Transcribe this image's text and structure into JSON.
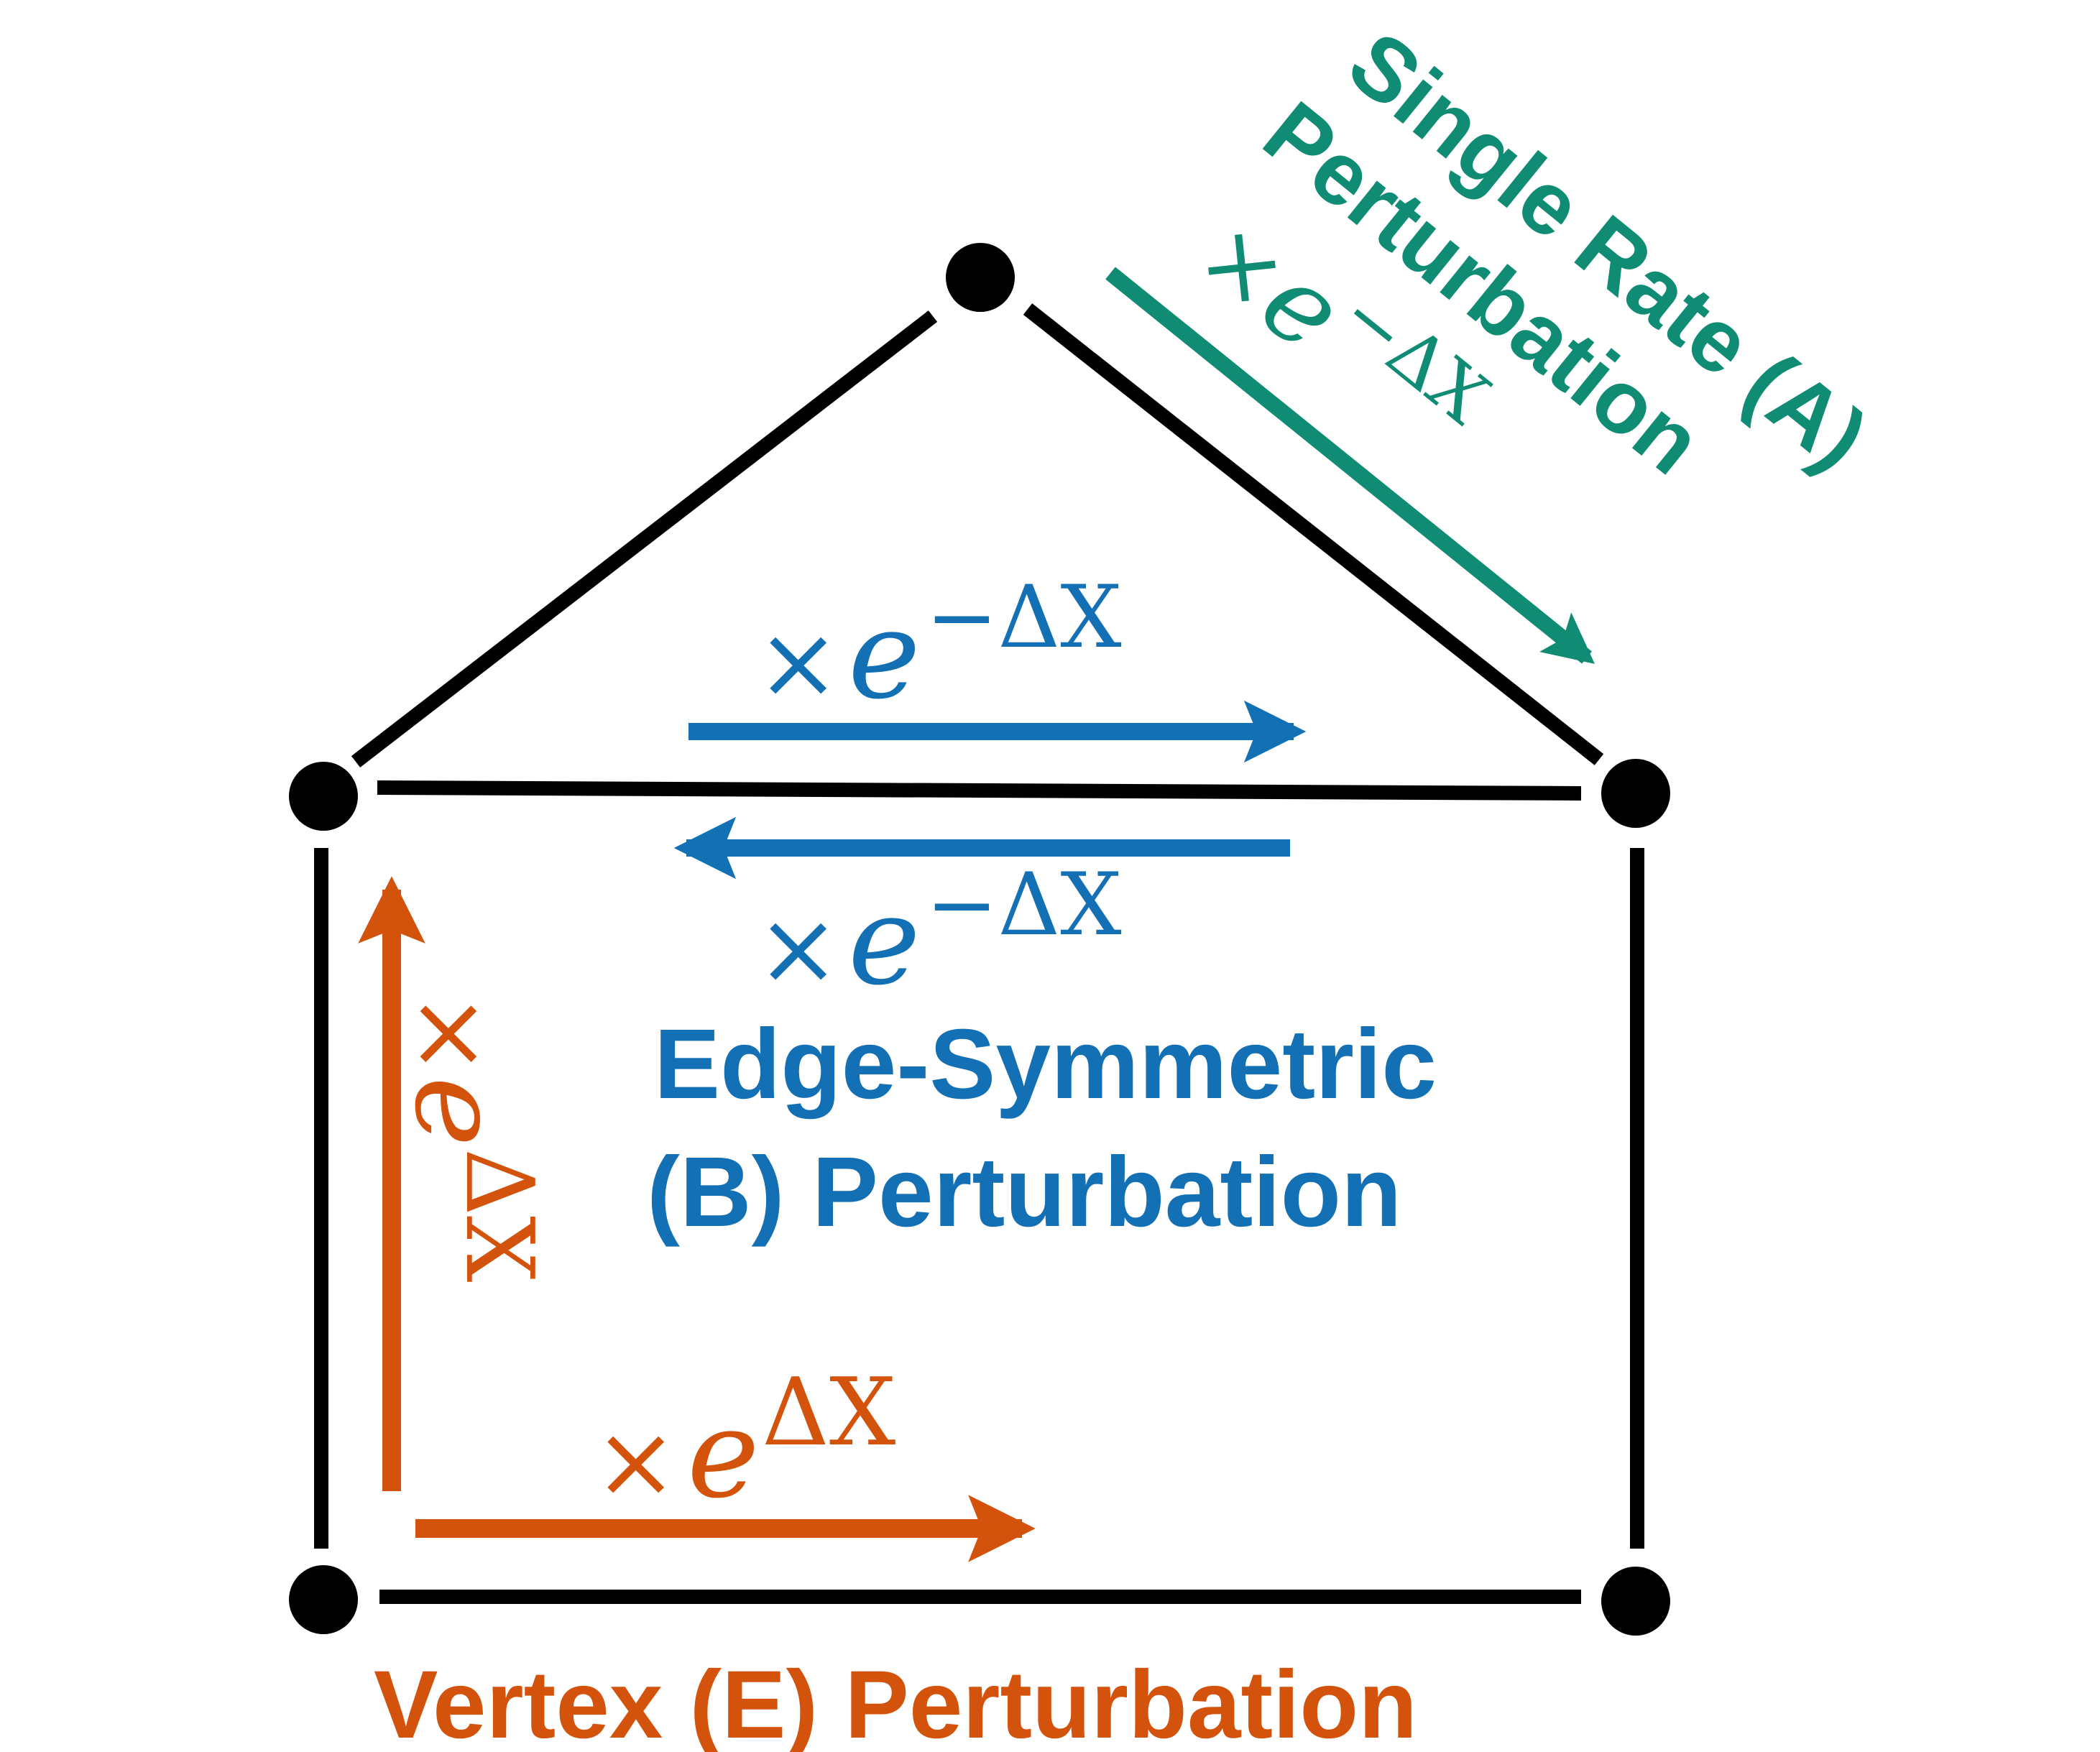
{
  "colors": {
    "graph": "#000000",
    "single_rate": "#0f8c73",
    "edge_symmetric": "#1470b4",
    "vertex": "#d4530c"
  },
  "labels": {
    "single_rate_line1": "Single Rate (A)",
    "single_rate_line2": "Perturbation",
    "edge_symmetric_line1": "Edge-Symmetric",
    "edge_symmetric_line2": "(B) Perturbation",
    "vertex": "Vertex (E) Perturbation"
  },
  "factors": {
    "times": "×",
    "base": "e",
    "negative_exponent": "−ΔX",
    "positive_exponent": "ΔX",
    "minus": "−",
    "delta": "Δ",
    "x": "X"
  }
}
